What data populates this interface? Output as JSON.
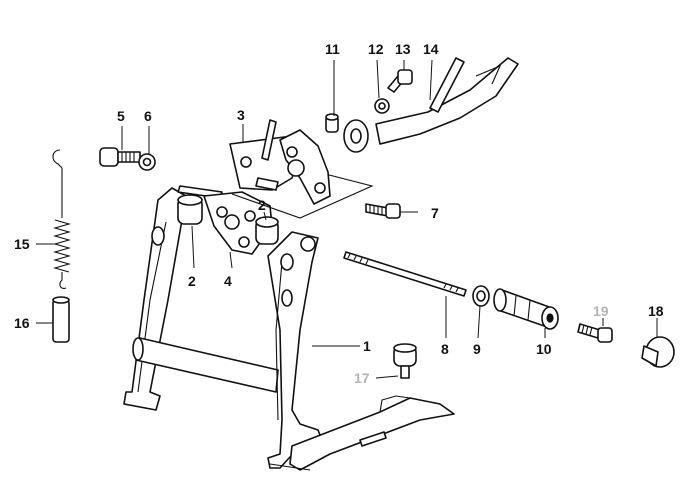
{
  "diagram": {
    "callouts": [
      {
        "id": "1",
        "label": "1"
      },
      {
        "id": "2a",
        "label": "2"
      },
      {
        "id": "2b",
        "label": "2"
      },
      {
        "id": "3",
        "label": "3"
      },
      {
        "id": "4",
        "label": "4"
      },
      {
        "id": "5",
        "label": "5"
      },
      {
        "id": "6",
        "label": "6"
      },
      {
        "id": "7",
        "label": "7"
      },
      {
        "id": "8",
        "label": "8"
      },
      {
        "id": "9",
        "label": "9"
      },
      {
        "id": "10",
        "label": "10"
      },
      {
        "id": "11",
        "label": "11"
      },
      {
        "id": "12",
        "label": "12"
      },
      {
        "id": "13",
        "label": "13"
      },
      {
        "id": "14",
        "label": "14"
      },
      {
        "id": "15",
        "label": "15"
      },
      {
        "id": "16",
        "label": "16"
      },
      {
        "id": "17",
        "label": "17"
      },
      {
        "id": "18",
        "label": "18"
      },
      {
        "id": "19",
        "label": "19"
      }
    ],
    "colors": {
      "line": "#111111",
      "label": "#111111",
      "muted_label": "#b4b4b4",
      "background": "#ffffff"
    },
    "muted_callouts": [
      "17",
      "19"
    ]
  }
}
